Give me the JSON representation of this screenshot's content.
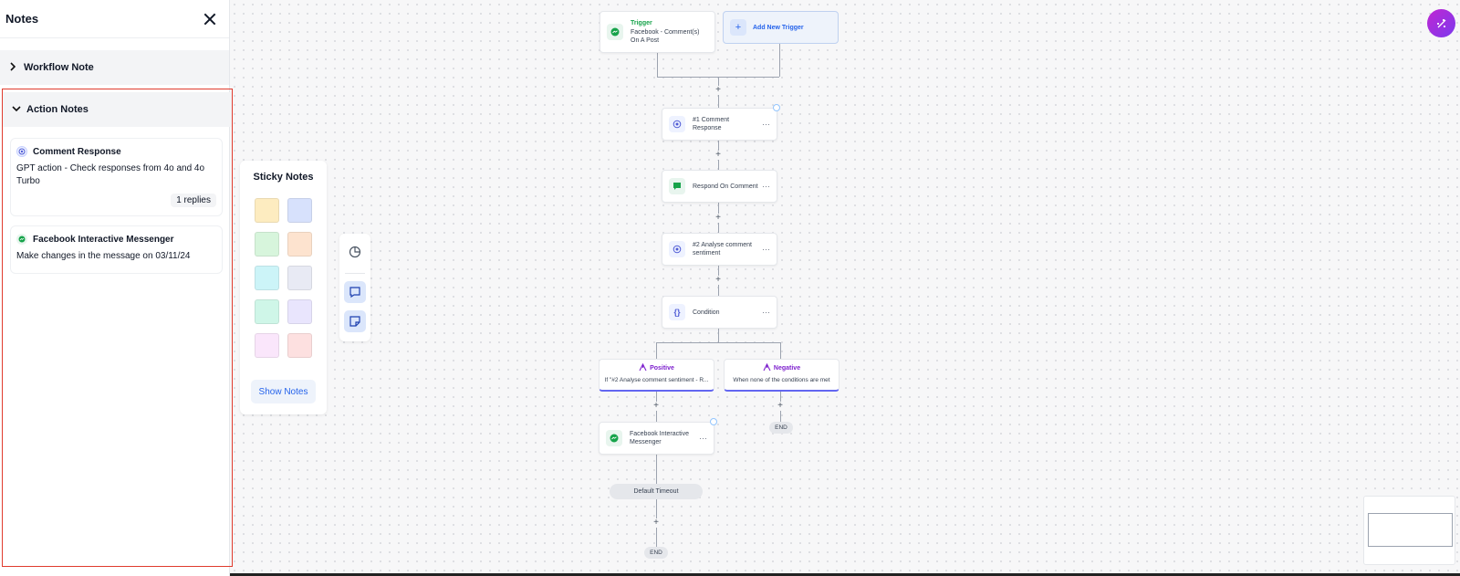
{
  "notes_panel": {
    "title": "Notes",
    "sections": [
      {
        "label": "Workflow Note",
        "expanded": false
      },
      {
        "label": "Action Notes",
        "expanded": true
      }
    ],
    "action_notes": [
      {
        "title": "Comment Response",
        "icon": "gpt-icon",
        "text": "GPT action - Check responses from 4o and 4o Turbo",
        "replies": "1 replies"
      },
      {
        "title": "Facebook Interactive Messenger",
        "icon": "messenger-icon",
        "text": "Make changes in the message on 03/11/24"
      }
    ]
  },
  "sticky_notes": {
    "title": "Sticky Notes",
    "colors": [
      "#fdecc0",
      "#d7e1fc",
      "#d7f5dc",
      "#fde3cf",
      "#ccf4f8",
      "#e8eaf4",
      "#cff6e8",
      "#e9e5fd",
      "#fae6fb",
      "#fde0e0"
    ],
    "show_label": "Show Notes"
  },
  "workflow": {
    "trigger": {
      "label": "Trigger",
      "name": "Facebook - Comment(s) On A Post"
    },
    "add_trigger": "Add New Trigger",
    "actions": [
      {
        "label": "#1 Comment Response"
      },
      {
        "label": "Respond On Comment"
      },
      {
        "label": "#2 Analyse comment sentiment"
      },
      {
        "label": "Condition"
      }
    ],
    "branches": [
      {
        "name": "Positive",
        "desc": "If \"#2 Analyse comment sentiment - R..."
      },
      {
        "name": "Negative",
        "desc": "When none of the conditions are met"
      }
    ],
    "messenger": "Facebook Interactive Messenger",
    "timeout": "Default Timeout",
    "end_label": "END"
  },
  "theme": {
    "accent": "#2563eb",
    "alert_border": "#e03b2e",
    "branch_accent": "#6366f1"
  }
}
